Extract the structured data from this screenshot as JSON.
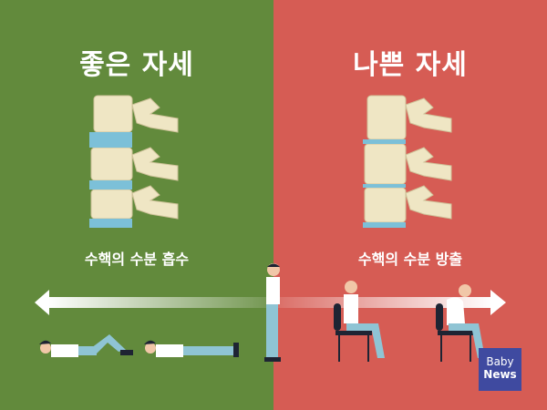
{
  "left_panel": {
    "title": "좋은 자세",
    "subtitle": "수핵의 수분 흡수",
    "color": "#628a3c",
    "arrow_direction": "left",
    "figures": [
      "lying-knees-bent",
      "lying-flat"
    ]
  },
  "right_panel": {
    "title": "나쁜 자세",
    "subtitle": "수핵의 수분 방출",
    "color": "#d65c54",
    "arrow_direction": "right",
    "figures": [
      "sitting-upright",
      "sitting-slouched"
    ]
  },
  "center_figure": "standing-person",
  "logo": {
    "line1": "Baby",
    "line2": "News",
    "color": "#3f4aa0"
  },
  "colors": {
    "bone": "#efe6c4",
    "disc": "#7cc0d8",
    "shirt": "#ffffff",
    "pants": "#8fc4d4",
    "chair": "#1e2433"
  }
}
